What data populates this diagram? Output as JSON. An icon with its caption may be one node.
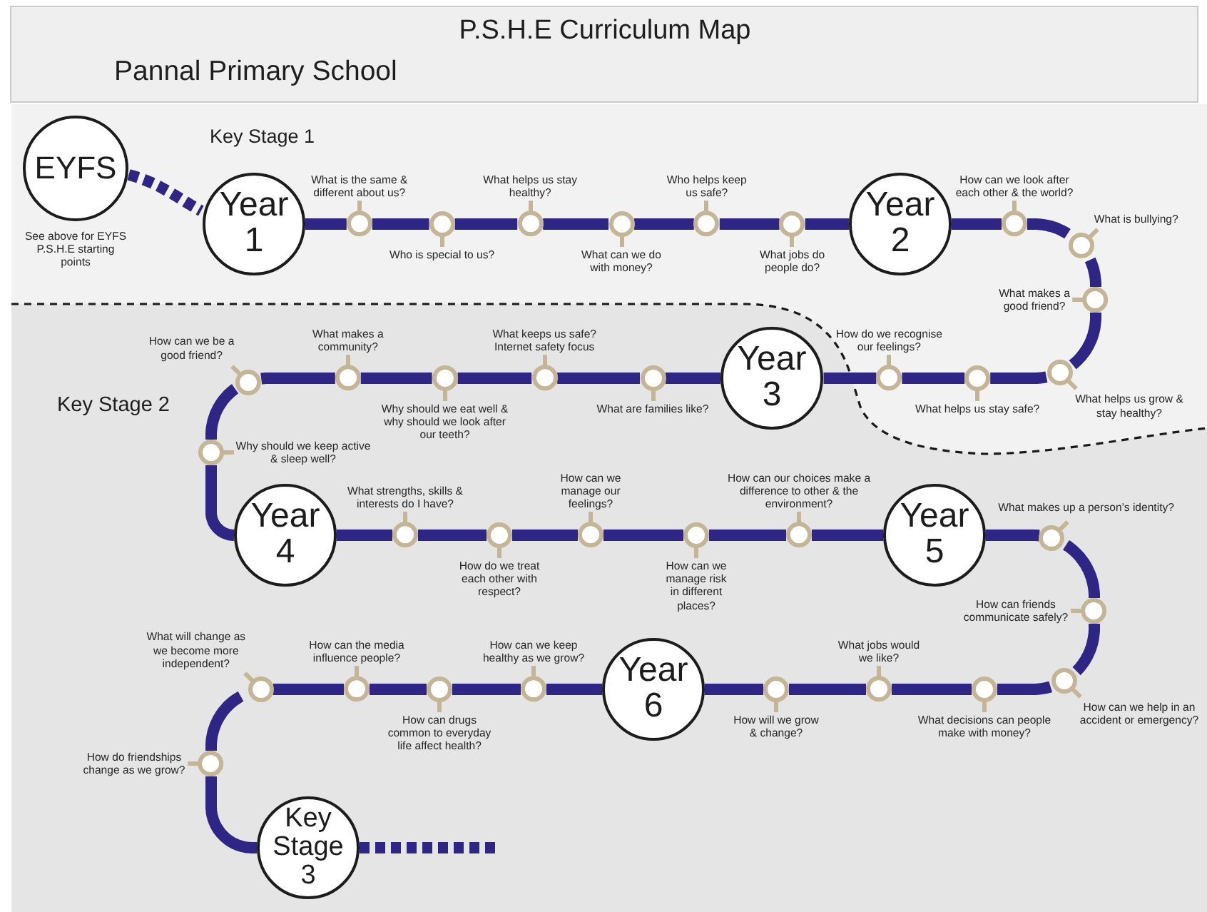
{
  "diagram": {
    "title": "P.S.H.E Curriculum Map",
    "nodes": [
      {
        "text": [
          "Key Stage 2"
        ]
      },
      {
        "text": [
          "EYFS"
        ],
        "beside": [
          "See above for EYFS P.S.H.E starting points"
        ]
      },
      {
        "text": [
          "Year 1"
        ]
      },
      {
        "text": [],
        "shape": "circle",
        "beside": [
          "What is the same & different about us?"
        ]
      },
      {
        "text": [],
        "shape": "circle",
        "beside": [
          "Who is special to us?"
        ]
      },
      {
        "text": [],
        "shape": "circle",
        "beside": [
          "What helps us stay healthy?"
        ]
      },
      {
        "text": [],
        "shape": "circle",
        "beside": [
          "What can we do with money?"
        ]
      },
      {
        "text": [],
        "shape": "circle",
        "beside": [
          "Who helps keep us safe?"
        ]
      },
      {
        "text": [],
        "shape": "circle",
        "beside": [
          "What jobs do people do?"
        ]
      },
      {
        "text": [
          "Year 2"
        ]
      },
      {
        "text": [],
        "shape": "circle",
        "beside": [
          "How can we look after each other & the world?"
        ]
      },
      {
        "text": [],
        "shape": "circle",
        "beside": [
          "What is bullying?"
        ]
      },
      {
        "text": [],
        "shape": "circle",
        "beside": [
          "What makes a good friend?"
        ]
      },
      {
        "text": [],
        "shape": "circle",
        "beside": [
          "What helps us grow & stay healthy?"
        ]
      },
      {
        "text": [],
        "shape": "circle",
        "beside": [
          "What helps us stay safe?"
        ]
      },
      {
        "text": [],
        "shape": "circle",
        "beside": [
          "How do we recognise our feelings?"
        ]
      },
      {
        "text": [
          "Year 3"
        ],
        "in": 0
      },
      {
        "text": [],
        "shape": "circle",
        "beside": [
          "What are families like?"
        ],
        "in": 0
      },
      {
        "text": [],
        "shape": "circle",
        "beside": [
          "What keeps us safe? Internet safety focus"
        ],
        "in": 0
      },
      {
        "text": [],
        "shape": "circle",
        "beside": [
          "Why should we eat well & why should we look after our teeth?"
        ],
        "in": 0
      },
      {
        "text": [],
        "shape": "circle",
        "beside": [
          "What makes a community?"
        ],
        "in": 0
      },
      {
        "text": [],
        "shape": "circle",
        "beside": [
          "How can we be a good friend?"
        ],
        "in": 0
      },
      {
        "text": [],
        "shape": "circle",
        "beside": [
          "Why should we keep active & sleep well?"
        ],
        "in": 0
      },
      {
        "text": [
          "Year 4"
        ],
        "in": 0
      },
      {
        "text": [],
        "shape": "circle",
        "beside": [
          "What strengths, skills & interests do I have?"
        ],
        "in": 0
      },
      {
        "text": [],
        "shape": "circle",
        "beside": [
          "How do we treat each other with respect?"
        ],
        "in": 0
      },
      {
        "text": [],
        "shape": "circle",
        "beside": [
          "How can we manage our feelings?"
        ],
        "in": 0
      },
      {
        "text": [],
        "shape": "circle",
        "beside": [
          "How can we manage risk in different places?"
        ],
        "in": 0
      },
      {
        "text": [],
        "shape": "circle",
        "beside": [
          "How can our choices make a difference to other & the environment?"
        ],
        "in": 0
      },
      {
        "text": [
          "Year 5"
        ],
        "in": 0
      },
      {
        "text": [],
        "shape": "circle",
        "beside": [
          "What makes up a person’s identity?"
        ],
        "in": 0
      },
      {
        "text": [],
        "shape": "circle",
        "beside": [
          "How can friends communicate safely?"
        ],
        "in": 0
      },
      {
        "text": [],
        "shape": "circle",
        "beside": [
          "How can we help in an accident or emergency?"
        ],
        "in": 0
      },
      {
        "text": [],
        "shape": "circle",
        "beside": [
          "What decisions can people make with money?"
        ],
        "in": 0
      },
      {
        "text": [],
        "shape": "circle",
        "beside": [
          "What jobs would we like?"
        ],
        "in": 0
      },
      {
        "text": [],
        "shape": "circle",
        "beside": [
          "How will we grow & change?"
        ],
        "in": 0
      },
      {
        "text": [
          "Year 6"
        ],
        "in": 0
      },
      {
        "text": [],
        "shape": "circle",
        "beside": [
          "How can we keep healthy as we grow?"
        ],
        "in": 0
      },
      {
        "text": [],
        "shape": "circle",
        "beside": [
          "How can drugs common to everyday life affect health?"
        ],
        "in": 0
      },
      {
        "text": [],
        "shape": "circle",
        "beside": [
          "How can the media influence people?"
        ],
        "in": 0
      },
      {
        "text": [],
        "shape": "circle",
        "beside": [
          "What will change as we become more independent?"
        ],
        "in": 0
      },
      {
        "text": [],
        "shape": "circle",
        "beside": [
          "How do friendships change as we grow?"
        ],
        "in": 0
      },
      {
        "text": [
          "Key Stage 3"
        ],
        "in": 0
      }
    ],
    "edges": [
      {
        "from": 1,
        "to": 2,
        "arrow": "none",
        "style": "dashed"
      },
      {
        "from": 2,
        "to": 3,
        "arrow": "none"
      },
      {
        "from": 3,
        "to": 4,
        "arrow": "none"
      },
      {
        "from": 4,
        "to": 5,
        "arrow": "none"
      },
      {
        "from": 5,
        "to": 6,
        "arrow": "none"
      },
      {
        "from": 6,
        "to": 7,
        "arrow": "none"
      },
      {
        "from": 7,
        "to": 8,
        "arrow": "none"
      },
      {
        "from": 8,
        "to": 9,
        "arrow": "none"
      },
      {
        "from": 9,
        "to": 10,
        "arrow": "none"
      },
      {
        "from": 10,
        "to": 11,
        "arrow": "none"
      },
      {
        "from": 11,
        "to": 12,
        "arrow": "none"
      },
      {
        "from": 12,
        "to": 13,
        "arrow": "none"
      },
      {
        "from": 13,
        "to": 14,
        "arrow": "none"
      },
      {
        "from": 14,
        "to": 15,
        "arrow": "none"
      },
      {
        "from": 15,
        "to": 16,
        "arrow": "none"
      },
      {
        "from": 16,
        "to": 17,
        "arrow": "none"
      },
      {
        "from": 17,
        "to": 18,
        "arrow": "none"
      },
      {
        "from": 18,
        "to": 19,
        "arrow": "none"
      },
      {
        "from": 19,
        "to": 20,
        "arrow": "none"
      },
      {
        "from": 20,
        "to": 21,
        "arrow": "none"
      },
      {
        "from": 21,
        "to": 22,
        "arrow": "none"
      },
      {
        "from": 22,
        "to": 23,
        "arrow": "none"
      },
      {
        "from": 23,
        "to": 24,
        "arrow": "none"
      },
      {
        "from": 24,
        "to": 25,
        "arrow": "none"
      },
      {
        "from": 25,
        "to": 26,
        "arrow": "none"
      },
      {
        "from": 26,
        "to": 27,
        "arrow": "none"
      },
      {
        "from": 27,
        "to": 28,
        "arrow": "none"
      },
      {
        "from": 28,
        "to": 29,
        "arrow": "none"
      },
      {
        "from": 29,
        "to": 30,
        "arrow": "none"
      },
      {
        "from": 30,
        "to": 31,
        "arrow": "none"
      },
      {
        "from": 31,
        "to": 32,
        "arrow": "none"
      },
      {
        "from": 32,
        "to": 33,
        "arrow": "none"
      },
      {
        "from": 33,
        "to": 34,
        "arrow": "none"
      },
      {
        "from": 34,
        "to": 35,
        "arrow": "none"
      },
      {
        "from": 35,
        "to": 36,
        "arrow": "none"
      },
      {
        "from": 36,
        "to": 37,
        "arrow": "none"
      },
      {
        "from": 37,
        "to": 38,
        "arrow": "none"
      },
      {
        "from": 38,
        "to": 39,
        "arrow": "none"
      },
      {
        "from": 39,
        "to": 40,
        "arrow": "none"
      },
      {
        "from": 40,
        "to": 41,
        "arrow": "none"
      },
      {
        "from": 41,
        "to": 42,
        "arrow": "none"
      },
      {
        "from": 42,
        "to": null,
        "arrow": "none",
        "style": "dashed"
      }
    ],
    "labels": [
      "Pannal Primary School",
      "Key Stage 1"
    ]
  }
}
